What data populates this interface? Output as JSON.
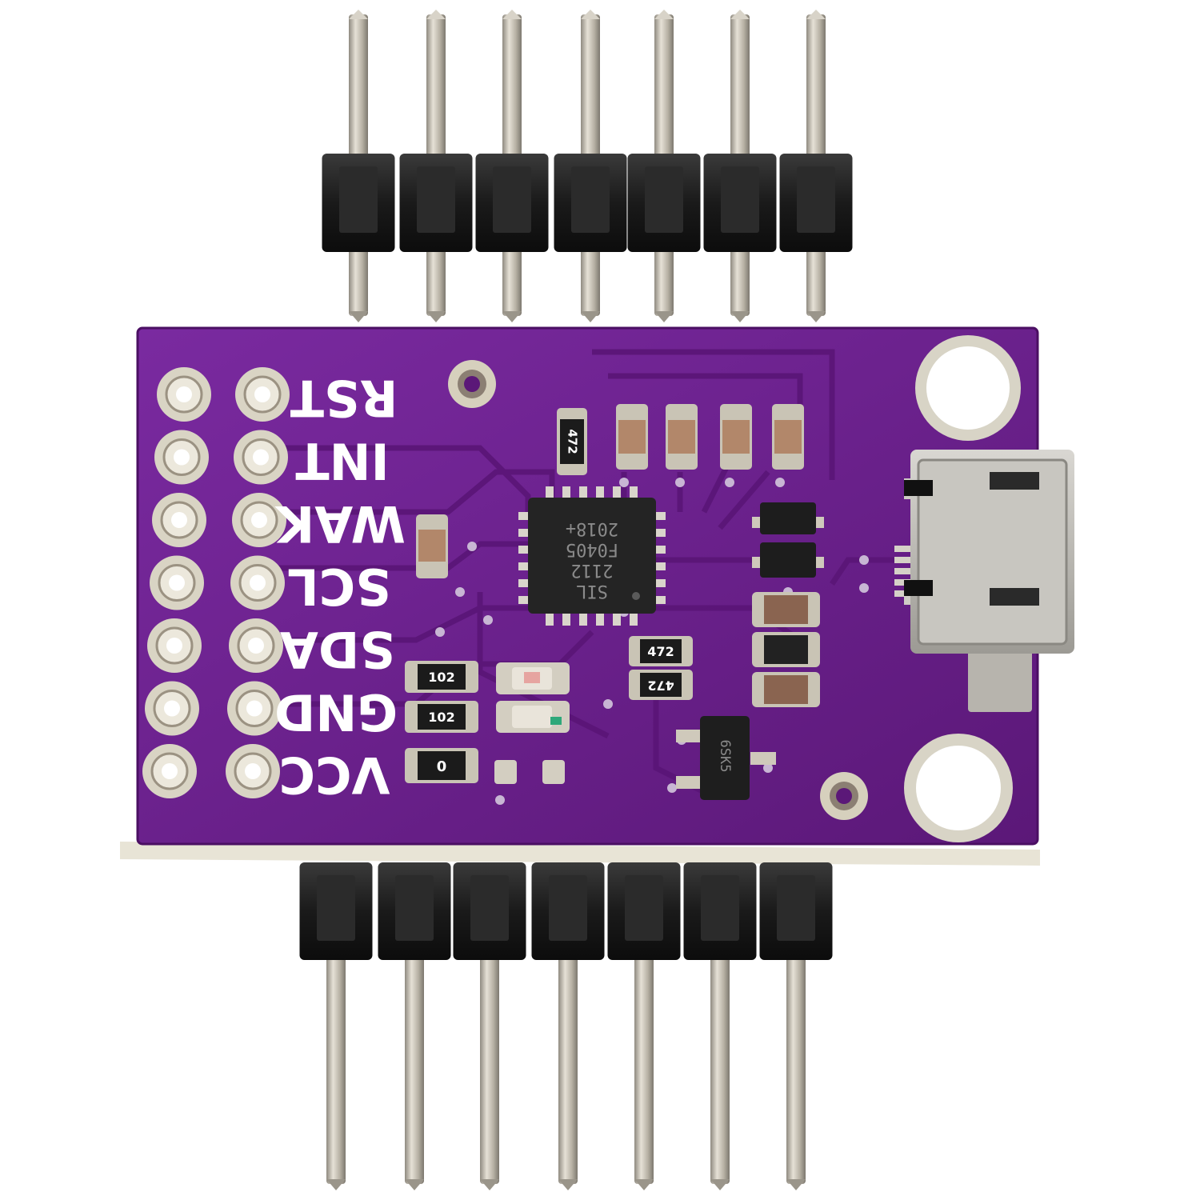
{
  "board": {
    "pins": [
      "RST",
      "INT",
      "WAK",
      "SCL",
      "SDA",
      "GND",
      "VCC"
    ],
    "chip_marking": [
      "SIL",
      "2112",
      "F0405",
      "2018+"
    ],
    "resistor_labels": [
      "472",
      "472",
      "472",
      "102",
      "102",
      "0"
    ],
    "transistor_marking": "6SK5"
  },
  "colors": {
    "pcb": "#6a1e8c",
    "header_plastic": "#1c1c1c",
    "pin_metal": "#c4bfb3",
    "pad": "#d8d3c4"
  }
}
